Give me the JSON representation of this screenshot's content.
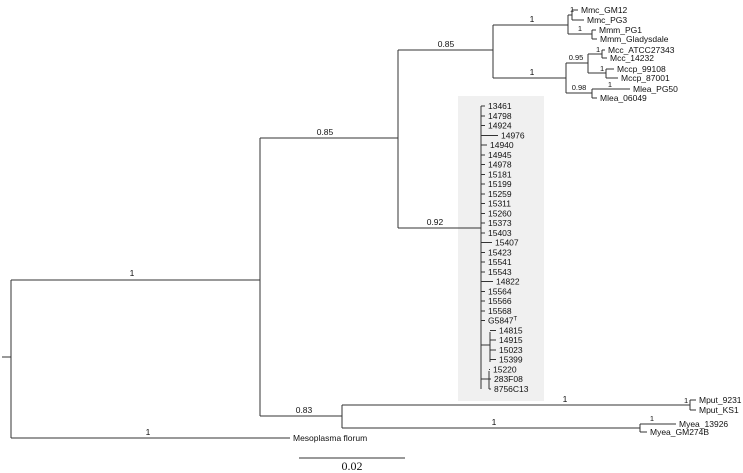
{
  "tree": {
    "highlight_color": "#f0f0f0",
    "bootstrap": {
      "root_upper": "1",
      "mesoplasma": "1",
      "upper_clade": "0.85",
      "mycoides_cluster": "0.85",
      "mmc_mmm": "1",
      "mmc_pair": "1",
      "mmm_pair": "1",
      "mcc_mccp_mlea": "1",
      "mcc_mccp": "0.95",
      "mcc_pair": "1",
      "mccp_pair": "1",
      "mlea_node": "0.98",
      "mlea_pair": "1",
      "isolate_clade": "0.92",
      "lower_clade": "0.83",
      "mput_branch": "1",
      "mput_pair": "1",
      "myea_branch": "1",
      "myea_pair": "1"
    },
    "taxa": {
      "mmc_gm12": "Mmc_GM12",
      "mmc_pg3": "Mmc_PG3",
      "mmm_pg1": "Mmm_PG1",
      "mmm_gladysdale": "Mmm_Gladysdale",
      "mcc_atcc": "Mcc_ATCC27343",
      "mcc_14232": "Mcc_14232",
      "mccp_99108": "Mccp_99108",
      "mccp_87001": "Mccp_87001",
      "mlea_pg50": "Mlea_PG50",
      "mlea_06049": "Mlea_06049",
      "isolates": [
        "13461",
        "14798",
        "14924",
        "14976",
        "14940",
        "14945",
        "14978",
        "15181",
        "15199",
        "15259",
        "15311",
        "15260",
        "15373",
        "15403",
        "15407",
        "15423",
        "15541",
        "15543",
        "14822",
        "15564",
        "15566",
        "15568",
        "G5847",
        "14815",
        "14915",
        "15023",
        "15399",
        "15220",
        "283F08",
        "8756C13"
      ],
      "g5847_superscript": "T",
      "mput_9231": "Mput_9231",
      "mput_ks1": "Mput_KS1",
      "myea_13926": "Myea_13926",
      "myea_gm274b": "Myea_GM274B",
      "mesoplasma": "Mesoplasma florum"
    },
    "scale_bar": "0.02"
  }
}
